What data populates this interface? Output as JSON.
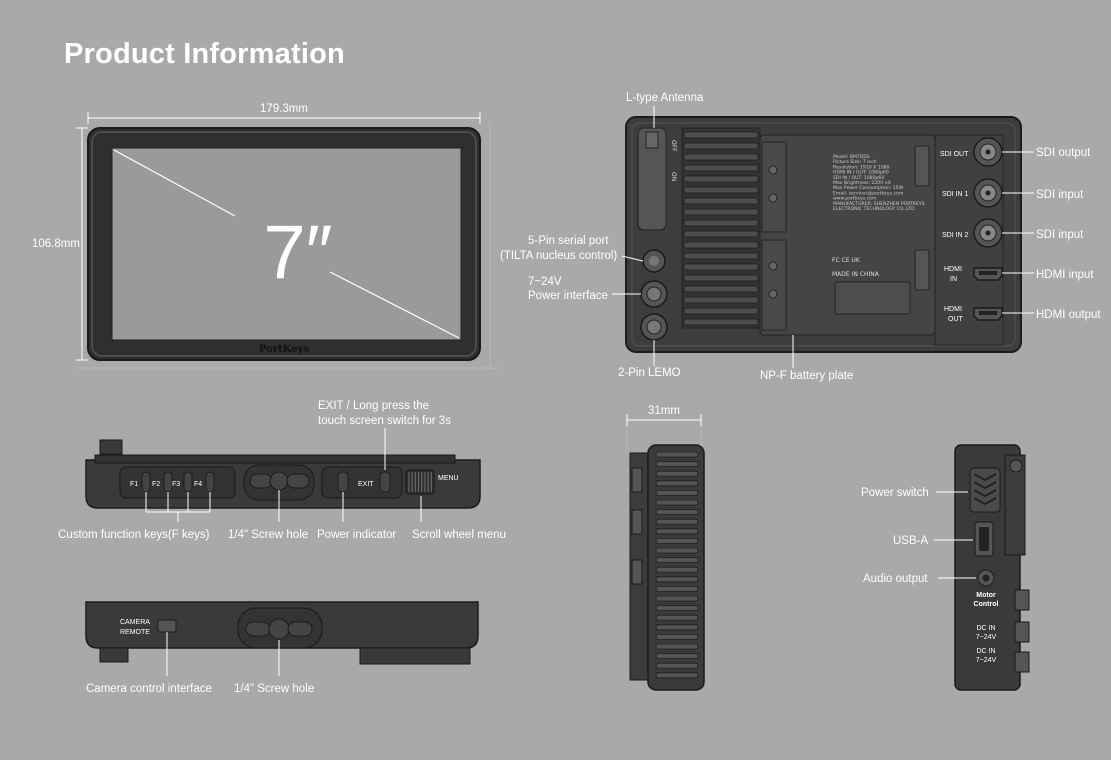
{
  "title": "Product Information",
  "front": {
    "width_label": "179.3mm",
    "height_label": "106.8mm",
    "screen_size": "7″",
    "brand": "PortKeys"
  },
  "back": {
    "antenna": "L-type Antenna",
    "serial_port_line1": "5-Pin serial port",
    "serial_port_line2": "(TILTA nucleus control)",
    "power_line1": "7~24V",
    "power_line2": "Power interface",
    "lemo": "2-Pin LEMO",
    "battery": "NP-F battery plate",
    "sdi_output": "SDI output",
    "sdi_input_1": "SDI input",
    "sdi_input_2": "SDI input",
    "hdmi_input": "HDMI input",
    "hdmi_output": "HDMI output",
    "port_sdi_out": "SDI OUT",
    "port_sdi_in1": "SDI IN 1",
    "port_sdi_in2": "SDI IN 2",
    "port_hdmi_in_1": "HDMI",
    "port_hdmi_in_2": "IN",
    "port_hdmi_out_1": "HDMI",
    "port_hdmi_out_2": "OUT",
    "switch_off": "OFF",
    "switch_on": "ON",
    "spec_lines": [
      "Model: BM7DDS",
      "Picture Size: 7 inch",
      "Resolution: 1920 X 1080",
      "HDMI IN / OUT: 1080p60",
      "SDI IN / OUT: 1080p60",
      "Max Brightness: 2200 nit",
      "Max Power Consumption: 15W",
      "Email: services@portkeys.com",
      "www.portkeys.com",
      "MANUFACTURER: SHENZHEN PORTKEYS",
      "ELECTRONIC TECHNOLOGY CO.,LTD"
    ],
    "made_in": "MADE IN CHINA"
  },
  "top": {
    "exit_line1": "EXIT / Long press the",
    "exit_line2": "touch screen switch for 3s",
    "keys": [
      "F1",
      "F2",
      "F3",
      "F4"
    ],
    "exit_key": "EXIT",
    "menu_key": "MENU",
    "fkeys_label": "Custom function keys(F keys)",
    "screw_label": "1/4\" Screw hole",
    "power_ind_label": "Power indicator",
    "scroll_label": "Scroll wheel menu"
  },
  "bottom": {
    "cam_remote_1": "CAMERA",
    "cam_remote_2": "REMOTE",
    "cam_label": "Camera control interface",
    "screw_label": "1/4\" Screw hole"
  },
  "side_left": {
    "depth_label": "31mm"
  },
  "side_right": {
    "power_switch": "Power switch",
    "usb": "USB-A",
    "audio": "Audio output",
    "motor_1": "Motor",
    "motor_2": "Control",
    "dcin1_1": "DC IN",
    "dcin1_2": "7~24V",
    "dcin2_1": "DC IN",
    "dcin2_2": "7~24V"
  }
}
